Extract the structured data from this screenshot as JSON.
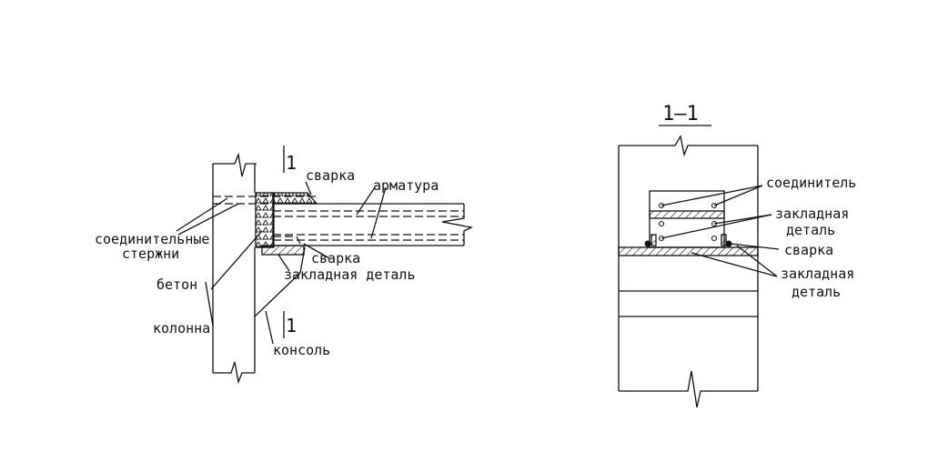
{
  "left_view": {
    "section_marker_top": "1",
    "section_marker_bottom": "1",
    "labels": {
      "svarka_top": "сварка",
      "armatura": "арматура",
      "soed_line1": "соединительные",
      "soed_line2": "стержни",
      "svarka_bottom": "сварка",
      "zakladnaya": "закладная деталь",
      "beton": "бетон",
      "kolonna": "колонна",
      "konsol": "консоль"
    }
  },
  "right_view": {
    "section_title": "1—1",
    "labels": {
      "soedinitel": "соединитель",
      "zakl1_line1": "закладная",
      "zakl1_line2": "деталь",
      "svarka": "сварка",
      "zakl2_line1": "закладная",
      "zakl2_line2": "деталь"
    }
  }
}
